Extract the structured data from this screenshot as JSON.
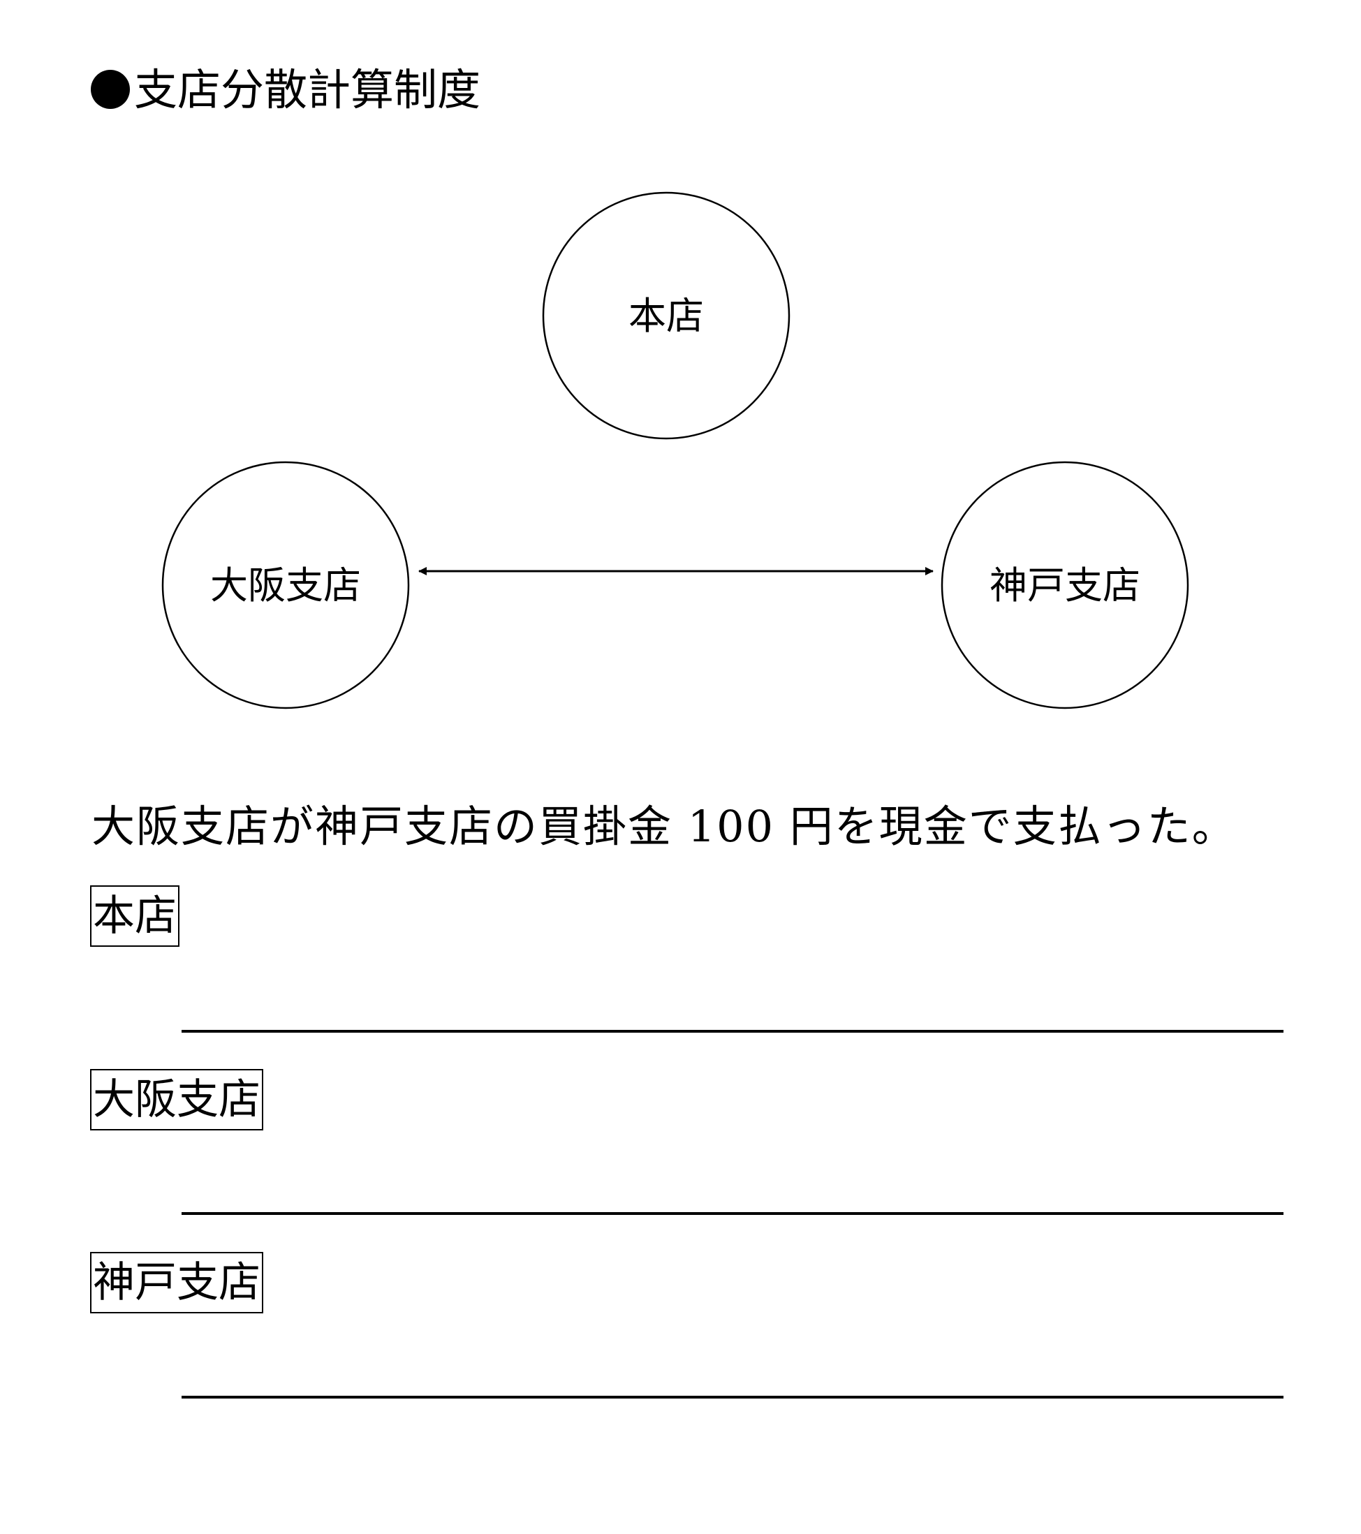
{
  "title": "支店分散計算制度",
  "diagram": {
    "head_office": "本店",
    "osaka_branch": "大阪支店",
    "kobe_branch": "神戸支店"
  },
  "question": "大阪支店が神戸支店の買掛金 100 円を現金で支払った。",
  "answers": [
    {
      "label": "本店"
    },
    {
      "label": "大阪支店"
    },
    {
      "label": "神戸支店"
    }
  ]
}
